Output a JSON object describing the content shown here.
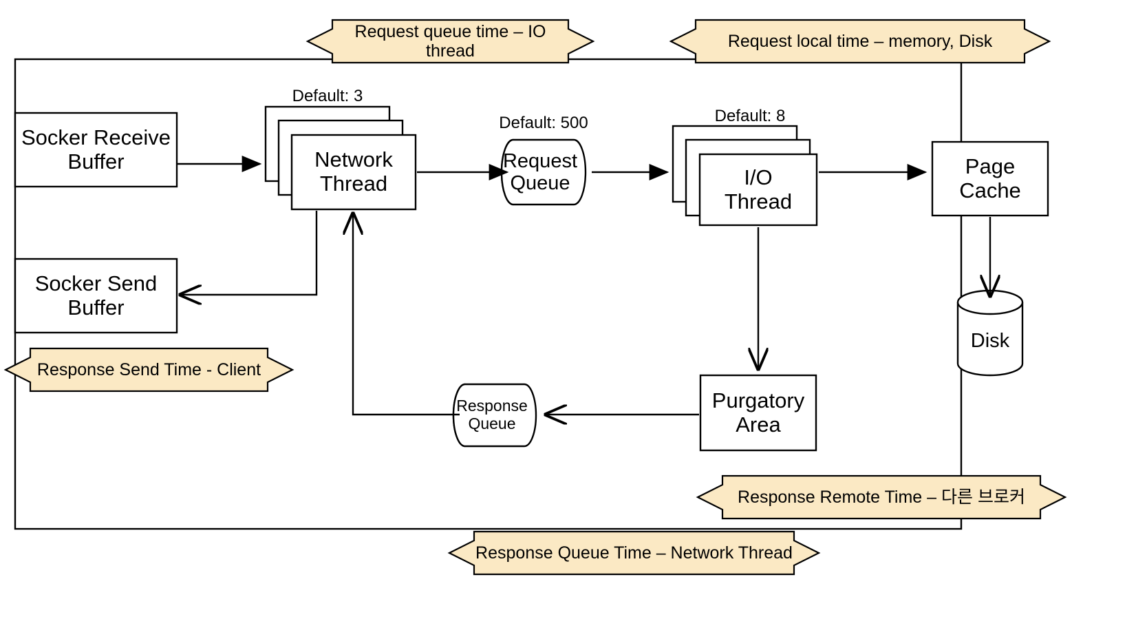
{
  "diagram": {
    "title": "Kafka broker request handling flow",
    "colors": {
      "band_fill": "#fbe9c4",
      "band_stroke": "#000000",
      "node_fill": "#ffffff",
      "node_stroke": "#000000",
      "text": "#000000"
    },
    "nodes": {
      "socket_receive_buffer": {
        "label": "Socker Receive\nBuffer",
        "shape": "rectangle"
      },
      "socket_send_buffer": {
        "label": "Socker Send\nBuffer",
        "shape": "rectangle"
      },
      "network_thread": {
        "label": "Network\nThread",
        "shape": "stacked-rectangle",
        "annotation": "Default: 3"
      },
      "request_queue": {
        "label": "Request\nQueue",
        "shape": "cylinder-horizontal",
        "annotation": "Default: 500"
      },
      "io_thread": {
        "label": "I/O\nThread",
        "shape": "stacked-rectangle",
        "annotation": "Default: 8"
      },
      "page_cache": {
        "label": "Page\nCache",
        "shape": "rectangle"
      },
      "disk": {
        "label": "Disk",
        "shape": "cylinder-vertical"
      },
      "purgatory_area": {
        "label": "Purgatory\nArea",
        "shape": "rectangle"
      },
      "response_queue": {
        "label": "Response\nQueue",
        "shape": "cylinder-horizontal"
      }
    },
    "time_bands": [
      {
        "id": "request-queue-time",
        "label": "Request queue time – IO thread",
        "direction": "both"
      },
      {
        "id": "request-local-time",
        "label": "Request local time – memory, Disk",
        "direction": "both"
      },
      {
        "id": "response-send-time",
        "label": "Response Send Time - Client",
        "direction": "both"
      },
      {
        "id": "response-remote-time",
        "label": "Response Remote Time – 다른 브로커",
        "direction": "both"
      },
      {
        "id": "response-queue-time",
        "label": "Response Queue Time – Network Thread",
        "direction": "both"
      }
    ]
  }
}
